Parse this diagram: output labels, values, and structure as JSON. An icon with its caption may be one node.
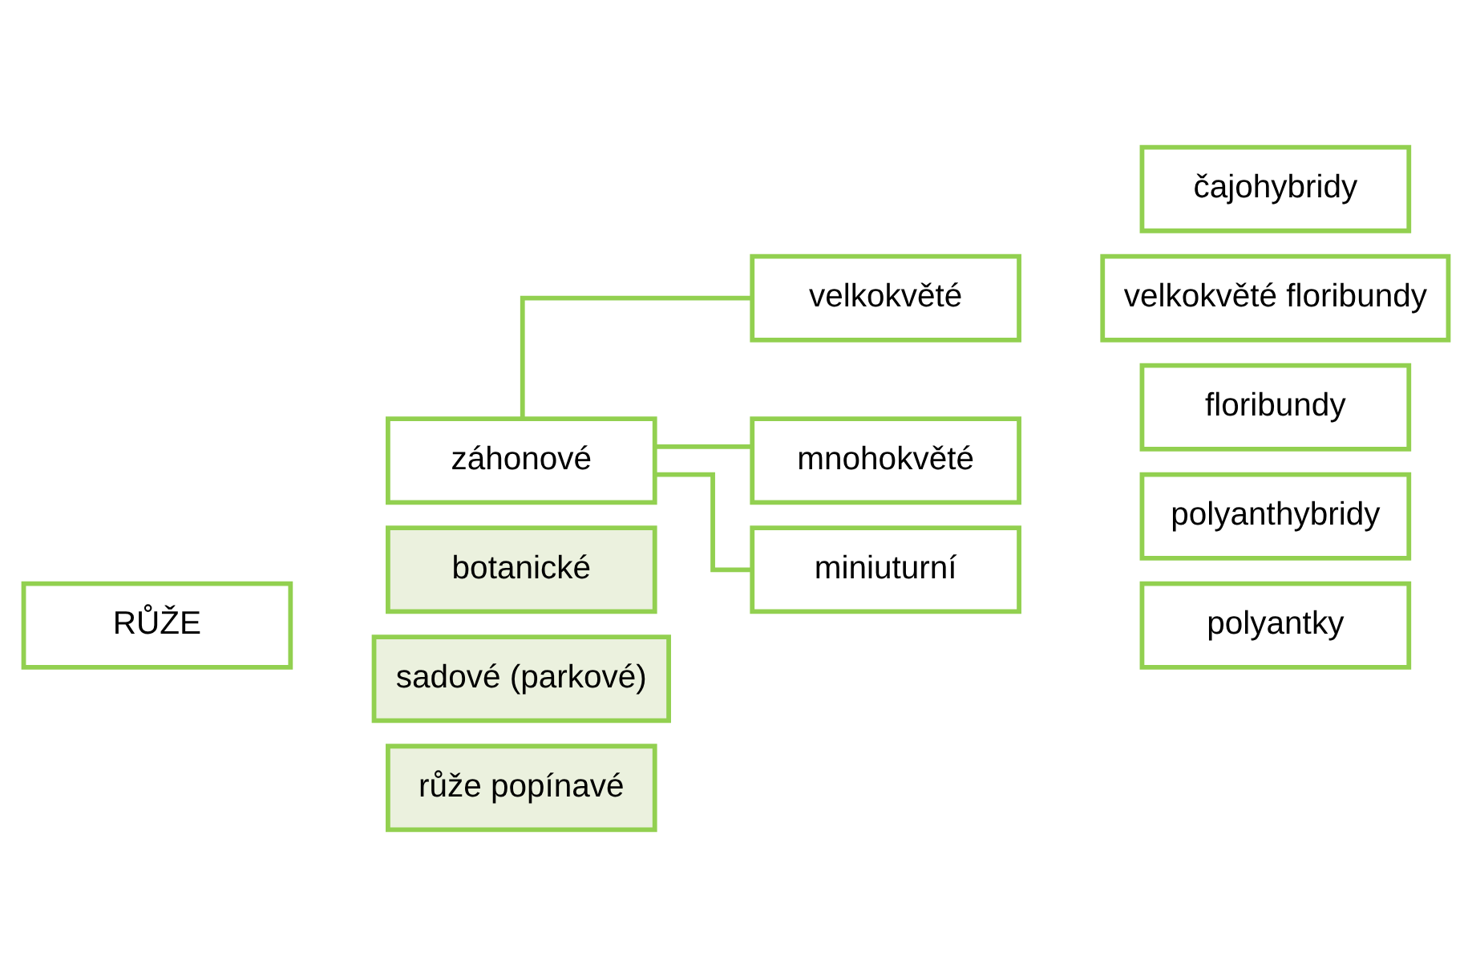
{
  "diagram": {
    "nodes": [
      {
        "text": [
          "RŮŽE"
        ]
      },
      {
        "text": [
          "záhonové"
        ]
      },
      {
        "text": [
          "botanické"
        ]
      },
      {
        "text": [
          "sadové (parkové)"
        ]
      },
      {
        "text": [
          "růže popínavé"
        ]
      },
      {
        "text": [
          "velkokvěté"
        ]
      },
      {
        "text": [
          "čajohybridy"
        ]
      },
      {
        "text": [
          "velkokvěté floribundy"
        ]
      },
      {
        "text": [
          "mnohokvěté"
        ]
      },
      {
        "text": [
          "floribundy"
        ]
      },
      {
        "text": [
          "polyanthybridy"
        ]
      },
      {
        "text": [
          "polyantky"
        ]
      },
      {
        "text": [
          "miniuturní"
        ]
      }
    ],
    "edges": [
      {
        "from": 1,
        "to": 5,
        "arrow": "none"
      },
      {
        "from": 1,
        "to": 8,
        "arrow": "none"
      },
      {
        "from": 1,
        "to": 12,
        "arrow": "none"
      }
    ]
  }
}
